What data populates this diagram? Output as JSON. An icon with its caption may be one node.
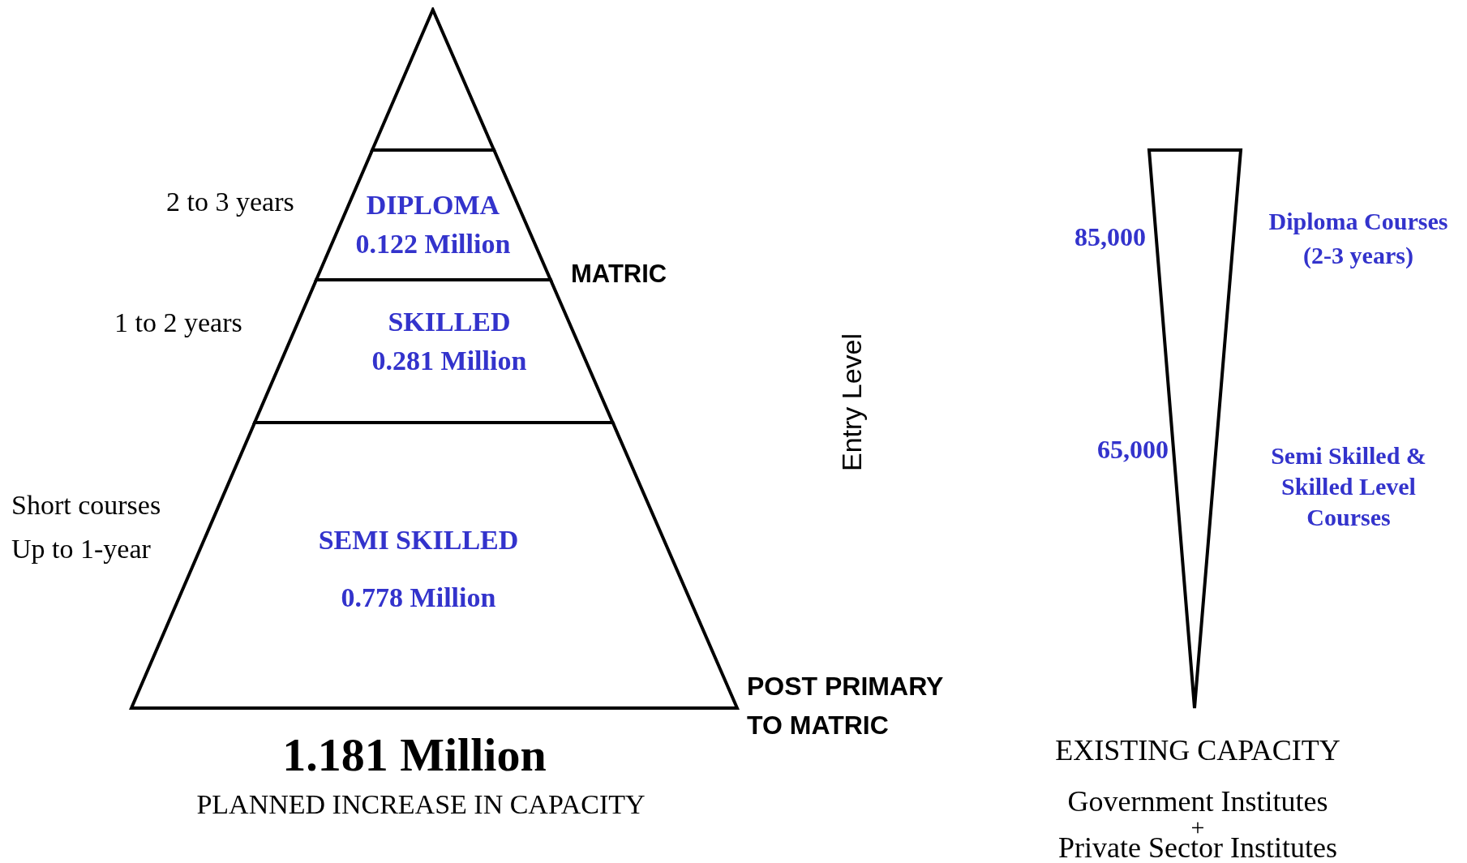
{
  "diagram": {
    "nodes": [
      {
        "text": [],
        "shape": "triangle"
      },
      {
        "text": [
          "DIPLOMA",
          "0.122 Million"
        ],
        "beside": [
          "2 to 3 years"
        ]
      },
      {
        "text": [
          "SKILLED",
          "0.281 Million"
        ],
        "beside": [
          "1 to 2 years"
        ]
      },
      {
        "text": [
          "SEMI SKILLED",
          "0.778 Million"
        ],
        "beside": [
          "Short courses Up to 1-year"
        ]
      },
      {
        "text": [],
        "shape": "triangle"
      }
    ],
    "edges": [],
    "labels": [
      "MATRIC",
      "Entry Level",
      "POST PRIMARY TO MATRIC",
      "1.181 Million",
      "PLANNED INCREASE IN CAPACITY",
      "85,000",
      "Diploma Courses (2-3 years)",
      "65,000",
      "Semi Skilled  & Skilled Level Courses",
      "EXISTING CAPACITY",
      "Government Institutes",
      "+",
      "Private Sector Institutes"
    ]
  }
}
